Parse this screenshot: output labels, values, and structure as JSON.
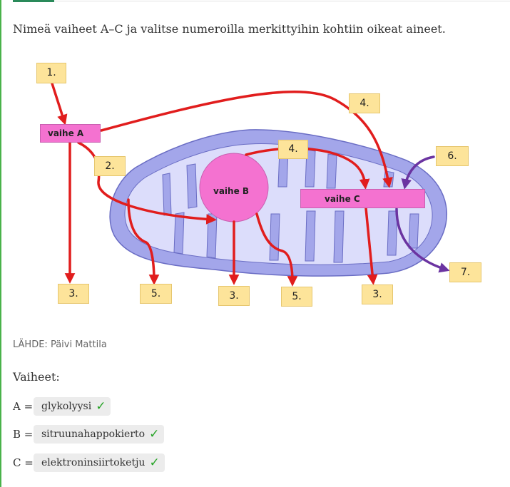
{
  "question": "Nimeä vaiheet A–C ja valitse numeroilla merkittyihin kohtiin oikeat aineet.",
  "diagram": {
    "tags": {
      "t1": "1.",
      "t2": "2.",
      "t3a": "3.",
      "t3b": "3.",
      "t3c": "3.",
      "t4a": "4.",
      "t4b": "4.",
      "t5a": "5.",
      "t5b": "5.",
      "t6": "6.",
      "t7": "7."
    },
    "phases": {
      "a": "vaihe A",
      "b": "vaihe B",
      "c": "vaihe C"
    },
    "colors": {
      "arrow_red": "#e11d1d",
      "arrow_purple": "#6b34a1",
      "membrane_outer": "#a3a6ea",
      "membrane_inner": "#dcddfb",
      "tag_fill": "#fde49a",
      "phase_fill": "#f472d0"
    }
  },
  "source": "LÄHDE: Päivi Mattila",
  "steps_heading": "Vaiheet:",
  "answers": [
    {
      "letter": "A =",
      "value": "glykolyysi",
      "mark": "✓"
    },
    {
      "letter": "B =",
      "value": "sitruunahappokierto",
      "mark": "✓"
    },
    {
      "letter": "C =",
      "value": "elektroninsiirtoketju",
      "mark": "✓"
    }
  ]
}
